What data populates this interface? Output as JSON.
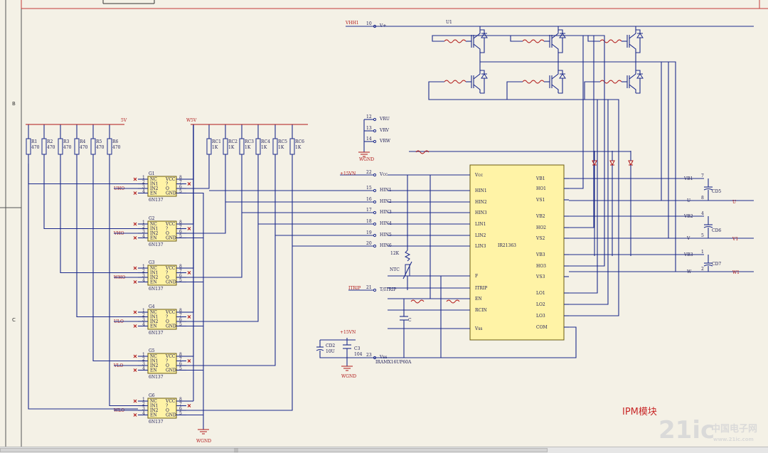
{
  "sheet": {
    "zones": [
      "B",
      "C"
    ],
    "title": "IPM模块",
    "watermark": {
      "logo": "21ic",
      "name": "中国电子网",
      "url": "www.21ic.com"
    }
  },
  "ports": {
    "supply_in": "VHH1",
    "ipm_supply": "+15VN",
    "ground": "WGND",
    "v5": "5V",
    "w5v": "W5V",
    "itrip_in": "ITRIP",
    "phase_inputs": [
      "UHO",
      "VHO",
      "WHO",
      "ULO",
      "VLO",
      "WLO"
    ],
    "outputs": [
      "U",
      "V1",
      "W1"
    ]
  },
  "resistors_left": [
    {
      "ref": "R1",
      "val": "470"
    },
    {
      "ref": "R2",
      "val": "470"
    },
    {
      "ref": "R3",
      "val": "470"
    },
    {
      "ref": "R4",
      "val": "470"
    },
    {
      "ref": "R5",
      "val": "470"
    },
    {
      "ref": "R6",
      "val": "470"
    }
  ],
  "resistors_right": [
    {
      "ref": "RC1",
      "val": "1K"
    },
    {
      "ref": "RC2",
      "val": "1K"
    },
    {
      "ref": "RC3",
      "val": "1K"
    },
    {
      "ref": "RC4",
      "val": "1K"
    },
    {
      "ref": "RC5",
      "val": "1K"
    },
    {
      "ref": "RC6",
      "val": "1K"
    }
  ],
  "optos": {
    "refs": [
      "G1",
      "G2",
      "G3",
      "G4",
      "G5",
      "G6"
    ],
    "part": "6N137",
    "left_pins": [
      "1",
      "2",
      "3",
      "4"
    ],
    "right_pins": [
      "8",
      "7",
      "6",
      "5"
    ],
    "left_names": [
      "NC",
      "IN1",
      "IN2",
      "EN"
    ],
    "right_names": [
      "VCC",
      "?",
      "O",
      "GND"
    ]
  },
  "ipm": {
    "ref": "U1",
    "part": "IRAMX16UP60A",
    "driver": "IR21363",
    "left_pins": [
      "Vcc",
      "HIN1",
      "HIN2",
      "HIN3",
      "LIN1",
      "LIN2",
      "LIN3",
      "F",
      "ITRIP",
      "EN",
      "RCIN",
      "Vss"
    ],
    "right_pins": [
      "VB1",
      "HO1",
      "VS1",
      "VB2",
      "HO2",
      "VS2",
      "VB3",
      "HO3",
      "VS3",
      "LO1",
      "LO2",
      "LO3",
      "COM"
    ],
    "pkg_pins": [
      {
        "num": "10",
        "name": "V+"
      },
      {
        "num": "12",
        "name": "VRU"
      },
      {
        "num": "13",
        "name": "VRV"
      },
      {
        "num": "14",
        "name": "VRW"
      },
      {
        "num": "22",
        "name": "Vcc"
      },
      {
        "num": "15",
        "name": "HIN1"
      },
      {
        "num": "16",
        "name": "HIN2"
      },
      {
        "num": "17",
        "name": "HIN3"
      },
      {
        "num": "18",
        "name": "HIN4"
      },
      {
        "num": "19",
        "name": "HIN5"
      },
      {
        "num": "20",
        "name": "HIN6"
      },
      {
        "num": "21",
        "name": "T/ITRIP"
      },
      {
        "num": "23",
        "name": "Vss"
      }
    ],
    "out_pins": [
      "7",
      "8",
      "4",
      "5",
      "1",
      "2"
    ],
    "out_names": [
      "VB1",
      "U",
      "VB2",
      "V",
      "VB3",
      "W"
    ]
  },
  "misc": {
    "ntc": "NTC",
    "ntc_r": "12K",
    "cap_c": "C",
    "cd_caps": [
      "CD5",
      "CD6",
      "CD7"
    ],
    "cd2": {
      "ref": "CD2",
      "val": "10U"
    },
    "c3": {
      "ref": "C3",
      "val": "104"
    }
  }
}
